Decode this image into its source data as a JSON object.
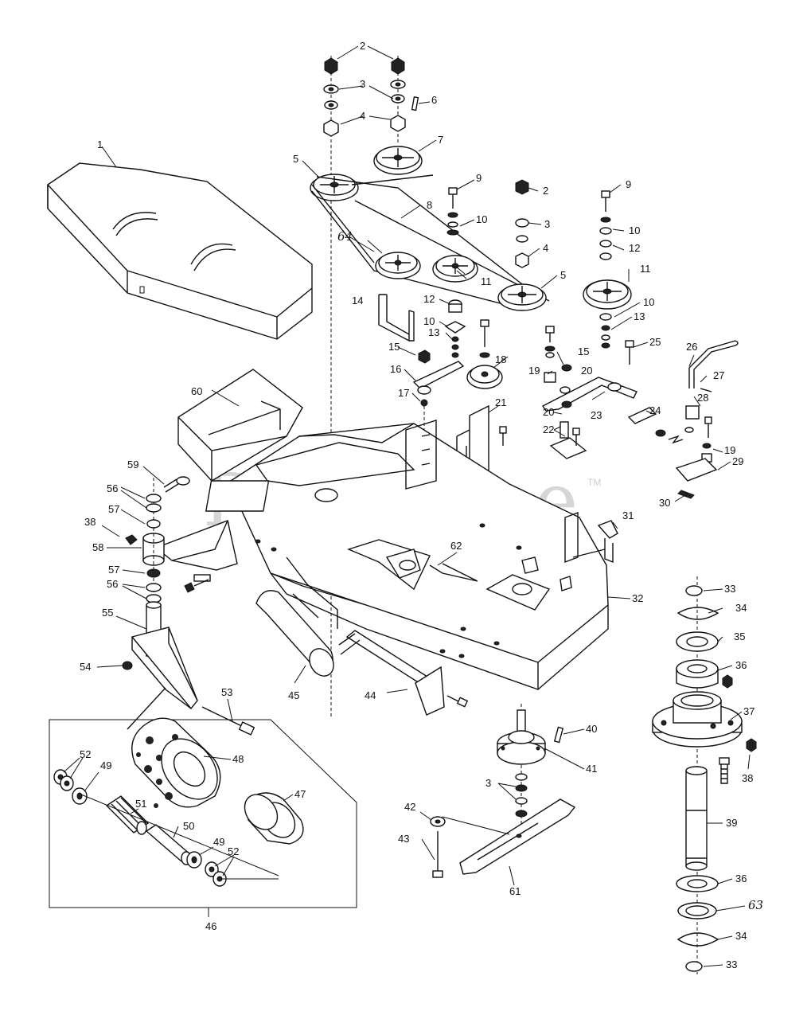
{
  "watermark": {
    "text": "PartsTree",
    "mark": "TM"
  },
  "callouts": [
    {
      "id": "c1",
      "label": "1"
    },
    {
      "id": "c2a",
      "label": "2"
    },
    {
      "id": "c3a",
      "label": "3"
    },
    {
      "id": "c4a",
      "label": "4"
    },
    {
      "id": "c5a",
      "label": "5"
    },
    {
      "id": "c6",
      "label": "6"
    },
    {
      "id": "c7",
      "label": "7"
    },
    {
      "id": "c8",
      "label": "8"
    },
    {
      "id": "c9a",
      "label": "9"
    },
    {
      "id": "c10a",
      "label": "10"
    },
    {
      "id": "c2b",
      "label": "2"
    },
    {
      "id": "c3b",
      "label": "3"
    },
    {
      "id": "c4b",
      "label": "4"
    },
    {
      "id": "c9b",
      "label": "9"
    },
    {
      "id": "c10b",
      "label": "10"
    },
    {
      "id": "c12a",
      "label": "12"
    },
    {
      "id": "c11a",
      "label": "11"
    },
    {
      "id": "c64",
      "label": "64"
    },
    {
      "id": "c11b",
      "label": "11"
    },
    {
      "id": "c5b",
      "label": "5"
    },
    {
      "id": "c14",
      "label": "14"
    },
    {
      "id": "c12b",
      "label": "12"
    },
    {
      "id": "c10c",
      "label": "10"
    },
    {
      "id": "c13a",
      "label": "13"
    },
    {
      "id": "c10d",
      "label": "10"
    },
    {
      "id": "c13b",
      "label": "13"
    },
    {
      "id": "c15a",
      "label": "15"
    },
    {
      "id": "c16",
      "label": "16"
    },
    {
      "id": "c17",
      "label": "17"
    },
    {
      "id": "c18",
      "label": "18"
    },
    {
      "id": "c15b",
      "label": "15"
    },
    {
      "id": "c19a",
      "label": "19"
    },
    {
      "id": "c20a",
      "label": "20"
    },
    {
      "id": "c25",
      "label": "25"
    },
    {
      "id": "c26",
      "label": "26"
    },
    {
      "id": "c27",
      "label": "27"
    },
    {
      "id": "c28",
      "label": "28"
    },
    {
      "id": "c23",
      "label": "23"
    },
    {
      "id": "c24",
      "label": "24"
    },
    {
      "id": "c20b",
      "label": "20"
    },
    {
      "id": "c21",
      "label": "21"
    },
    {
      "id": "c22",
      "label": "22"
    },
    {
      "id": "c19b",
      "label": "19"
    },
    {
      "id": "c29",
      "label": "29"
    },
    {
      "id": "c30",
      "label": "30"
    },
    {
      "id": "c60",
      "label": "60"
    },
    {
      "id": "c59",
      "label": "59"
    },
    {
      "id": "c56a",
      "label": "56"
    },
    {
      "id": "c57a",
      "label": "57"
    },
    {
      "id": "c38a",
      "label": "38"
    },
    {
      "id": "c58",
      "label": "58"
    },
    {
      "id": "c57b",
      "label": "57"
    },
    {
      "id": "c56b",
      "label": "56"
    },
    {
      "id": "c62",
      "label": "62"
    },
    {
      "id": "c31",
      "label": "31"
    },
    {
      "id": "c32",
      "label": "32"
    },
    {
      "id": "c55",
      "label": "55"
    },
    {
      "id": "c54",
      "label": "54"
    },
    {
      "id": "c45",
      "label": "45"
    },
    {
      "id": "c44",
      "label": "44"
    },
    {
      "id": "c53",
      "label": "53"
    },
    {
      "id": "c33a",
      "label": "33"
    },
    {
      "id": "c34a",
      "label": "34"
    },
    {
      "id": "c35",
      "label": "35"
    },
    {
      "id": "c36a",
      "label": "36"
    },
    {
      "id": "c37",
      "label": "37"
    },
    {
      "id": "c38b",
      "label": "38"
    },
    {
      "id": "c40",
      "label": "40"
    },
    {
      "id": "c41",
      "label": "41"
    },
    {
      "id": "c3c",
      "label": "3"
    },
    {
      "id": "c42",
      "label": "42"
    },
    {
      "id": "c43",
      "label": "43"
    },
    {
      "id": "c61",
      "label": "61"
    },
    {
      "id": "c52a",
      "label": "52"
    },
    {
      "id": "c49a",
      "label": "49"
    },
    {
      "id": "c48",
      "label": "48"
    },
    {
      "id": "c47",
      "label": "47"
    },
    {
      "id": "c51",
      "label": "51"
    },
    {
      "id": "c50",
      "label": "50"
    },
    {
      "id": "c49b",
      "label": "49"
    },
    {
      "id": "c52b",
      "label": "52"
    },
    {
      "id": "c46",
      "label": "46"
    },
    {
      "id": "c39",
      "label": "39"
    },
    {
      "id": "c36b",
      "label": "36"
    },
    {
      "id": "c63",
      "label": "63"
    },
    {
      "id": "c34b",
      "label": "34"
    },
    {
      "id": "c33b",
      "label": "33"
    }
  ]
}
